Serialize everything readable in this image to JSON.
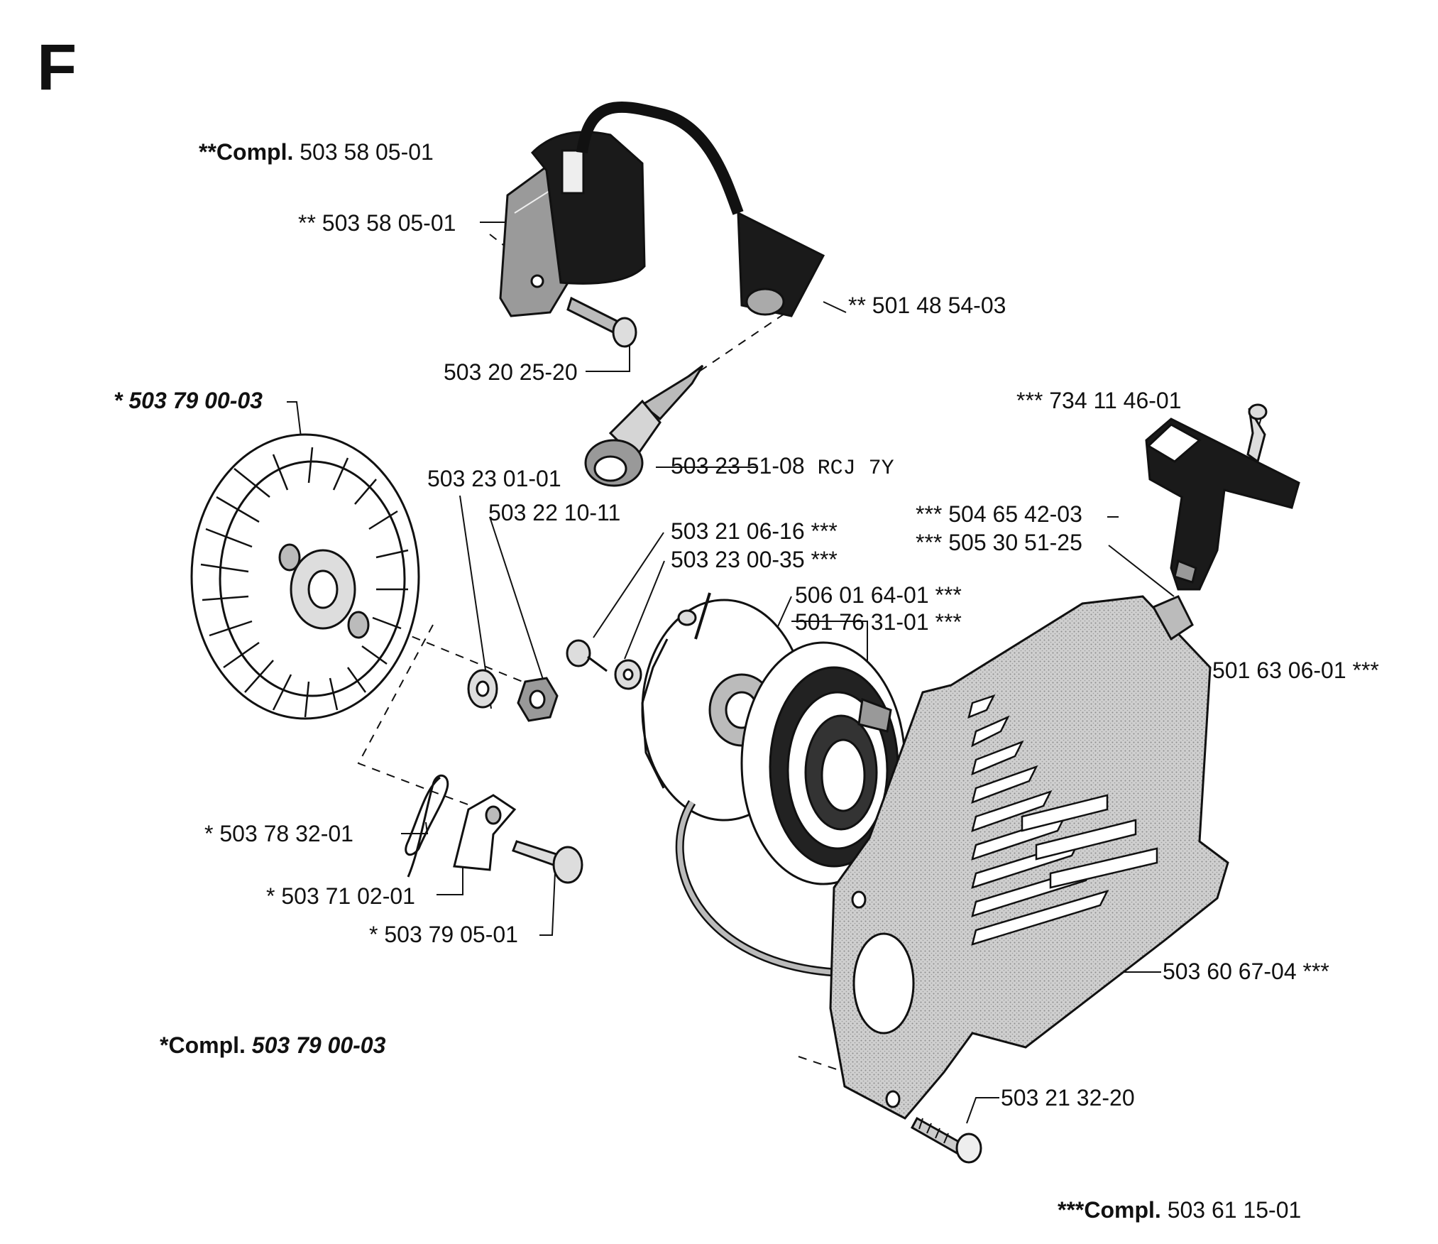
{
  "diagram": {
    "section_letter": "F",
    "assembly_notes": [
      {
        "prefix": "**",
        "word": "Compl.",
        "part_no": "503 58 05-01"
      },
      {
        "prefix": "*",
        "word": "Compl.",
        "part_no": "503 79 00-03"
      },
      {
        "prefix": "***",
        "word": "Compl.",
        "part_no": "503 61 15-01"
      }
    ],
    "callouts": {
      "ignition_module": "** 503 58 05-01",
      "ignition_screw": "503 20 25-20",
      "spark_plug_cap": "** 501 48 54-03",
      "flywheel": "* 503 79 00-03",
      "spark_plug": "503 23 51-08",
      "spark_plug_code": "RCJ 7Y",
      "washer": "503 23 01-01",
      "nut": "503 22 10-11",
      "starter_screw": "503 21 06-16 ***",
      "starter_washer": "503 23 00-35 ***",
      "pulley": "506 01 64-01 ***",
      "recoil_spring": "501 76 31-01 ***",
      "handle_plug": "*** 734 11 46-01",
      "starter_handle": "*** 504 65 42-03",
      "starter_rope": "*** 505 30 51-25",
      "rope_guide": "501 63 06-01 ***",
      "pawl_spring": "* 503 78 32-01",
      "pawl": "* 503 71 02-01",
      "pawl_bolt": "* 503 79 05-01",
      "starter_housing": "503 60 67-04 ***",
      "housing_screw": "503 21 32-20"
    }
  },
  "colors": {
    "ink": "#111111",
    "housing_fill": "#c9c9c9",
    "coil_fill": "#1a1a1a"
  }
}
